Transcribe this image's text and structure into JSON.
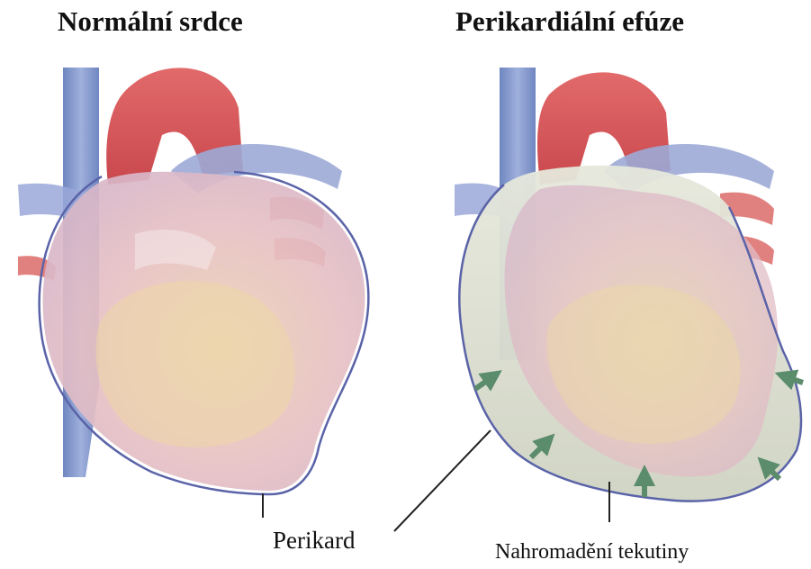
{
  "titles": {
    "left": "Normální srdce",
    "right": "Perikardiální efúze"
  },
  "labels": {
    "pericardium": "Perikard",
    "fluid": "Nahromadění tekutiny"
  },
  "colors": {
    "vein": "#7d8fc4",
    "aorta": "#d2595b",
    "myocardium": "#e7c3c8",
    "fat": "#ead7a8",
    "pericardium_outline": "#5a63a8",
    "fluid": "#d9dccd",
    "arrow": "#5b8c6c"
  }
}
